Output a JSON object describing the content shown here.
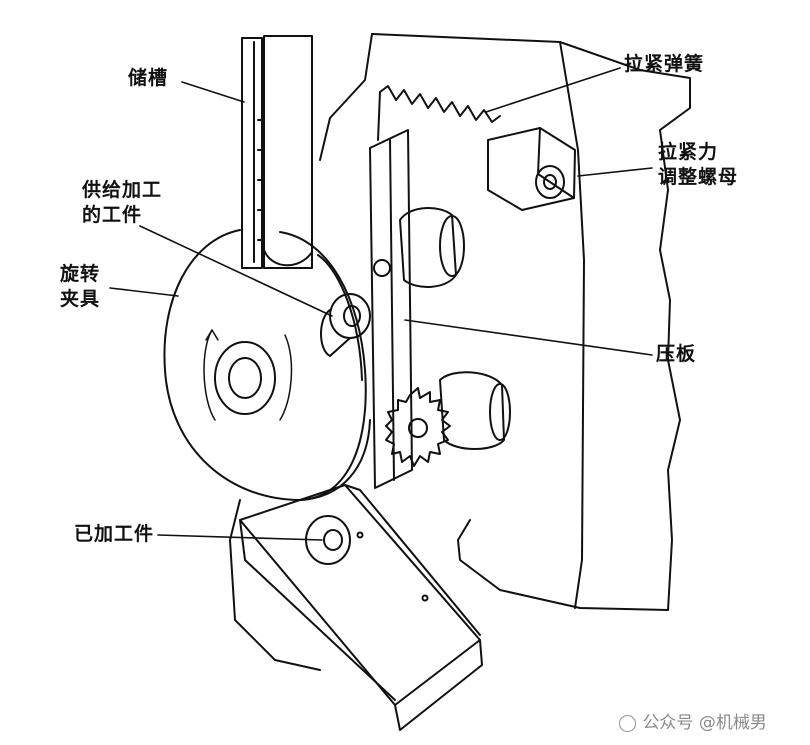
{
  "labels": {
    "storage_trough": "储槽",
    "feed_workpiece_line1": "供给加工",
    "feed_workpiece_line2": "的工件",
    "rotary_fixture_line1": "旋转",
    "rotary_fixture_line2": "夹具",
    "finished_workpiece": "已加工件",
    "tension_spring": "拉紧弹簧",
    "tension_nut_line1": "拉紧力",
    "tension_nut_line2": "调整螺母",
    "pressure_plate": "压板"
  },
  "watermark": {
    "source": "公众号",
    "account": "@机械男"
  }
}
